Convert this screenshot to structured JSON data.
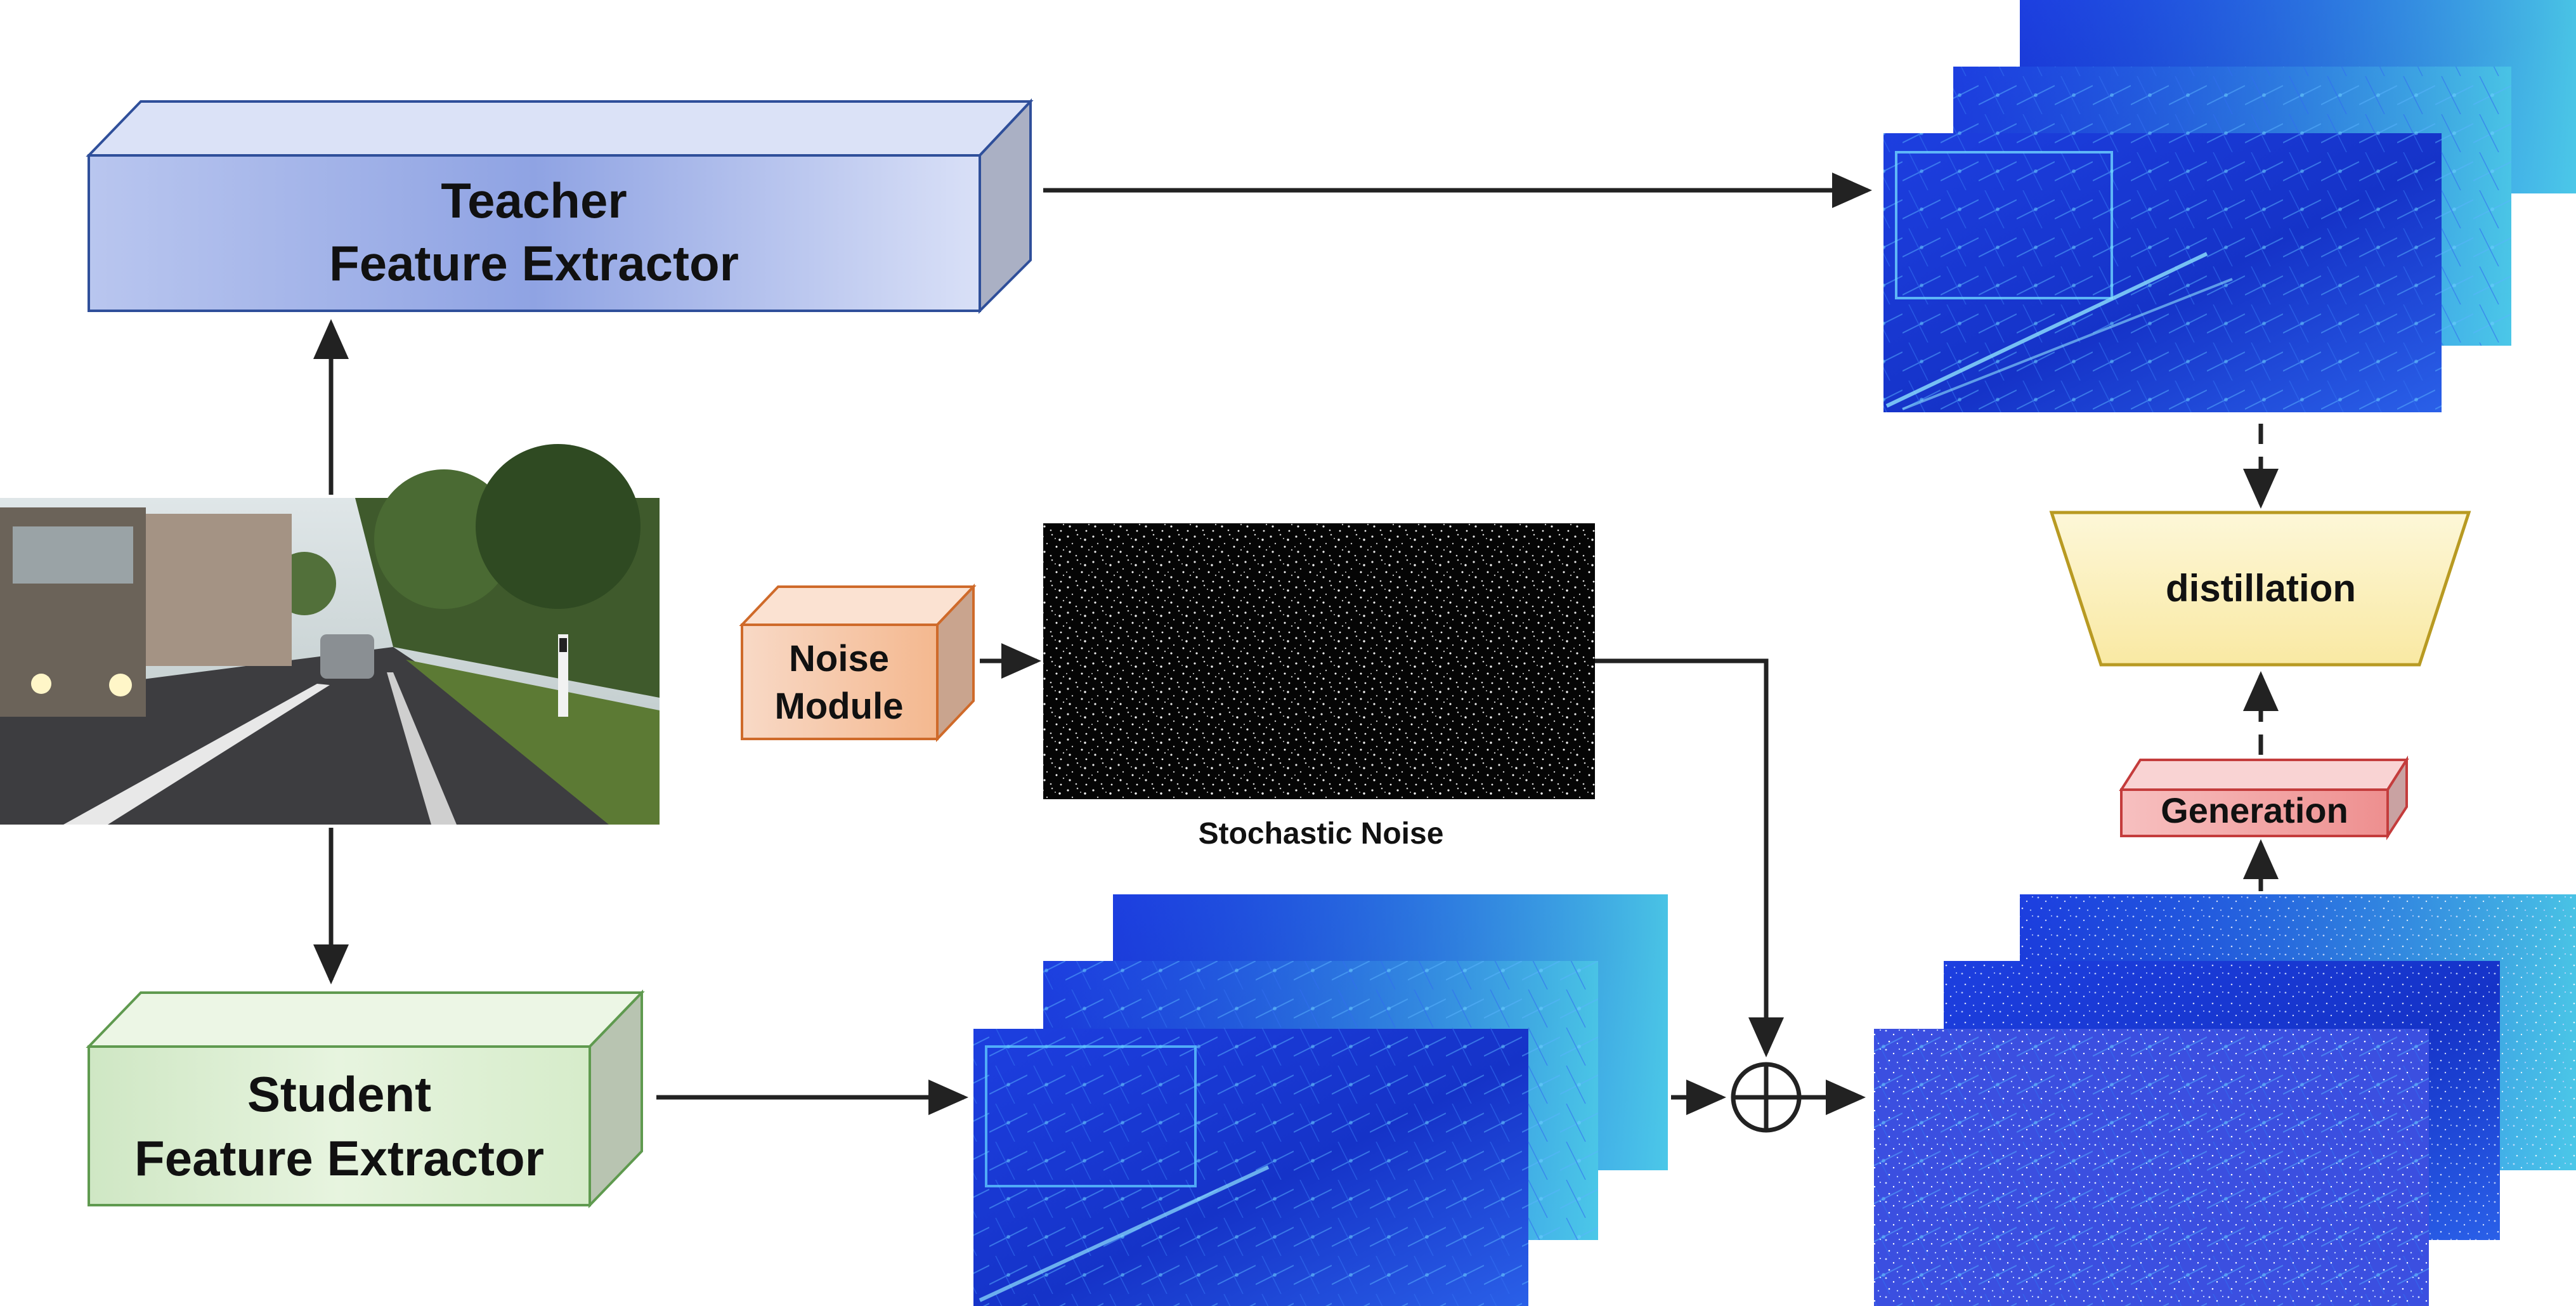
{
  "teacher": {
    "line1": "Teacher",
    "line2": "Feature Extractor"
  },
  "student": {
    "line1": "Student",
    "line2": "Feature Extractor"
  },
  "noise_module": {
    "line1": "Noise",
    "line2": "Module"
  },
  "stochastic_noise": {
    "caption": "Stochastic Noise"
  },
  "distillation": {
    "label": "distillation"
  },
  "generation": {
    "label": "Generation"
  },
  "colors": {
    "teacher_fill": "#c9d3f2",
    "teacher_stroke": "#2f4f9a",
    "student_fill": "#dff0d6",
    "student_stroke": "#5f9a4f",
    "noise_fill": "#f6c6a8",
    "noise_stroke": "#cf6a2a",
    "distill_fill": "#fdf3c2",
    "distill_stroke": "#b89a22",
    "generation_fill": "#f4aaaa",
    "generation_stroke": "#c43c3c",
    "feature_map_blue": "#1a3ddb",
    "arrow": "#222222"
  },
  "icons": {
    "input_image": "street-scene-photo-icon",
    "noise_image": "noise-texture-icon",
    "feature_map": "heatmap-feature-map-icon",
    "sum": "circled-plus-icon"
  }
}
